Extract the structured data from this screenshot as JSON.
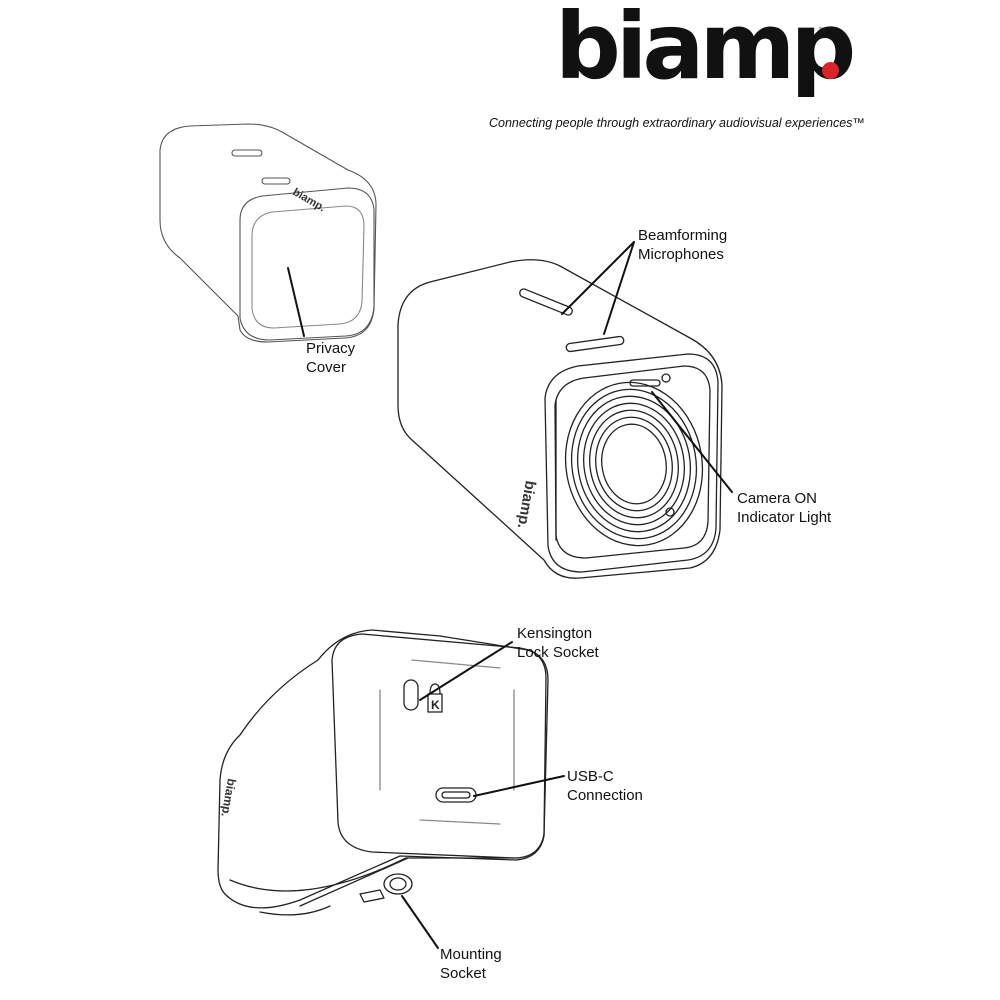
{
  "brand": {
    "logo_text": "biamp",
    "tagline": "Connecting people through extraordinary audiovisual experiences™",
    "logo_dot_color": "#d7262b"
  },
  "callouts": {
    "privacy_cover": [
      "Privacy",
      "Cover"
    ],
    "beamforming_microphones": [
      "Beamforming",
      "Microphones"
    ],
    "camera_on_indicator": [
      "Camera ON",
      "Indicator Light"
    ],
    "kensington_lock": [
      "Kensington",
      "Lock Socket"
    ],
    "usb_c": [
      "USB-C",
      "Connection"
    ],
    "mounting_socket": [
      "Mounting",
      "Socket"
    ]
  },
  "icons": [
    "privacy-cover-icon",
    "camera-front-icon",
    "camera-rear-icon",
    "kensington-lock-icon",
    "usb-c-port-icon",
    "mounting-socket-icon"
  ]
}
